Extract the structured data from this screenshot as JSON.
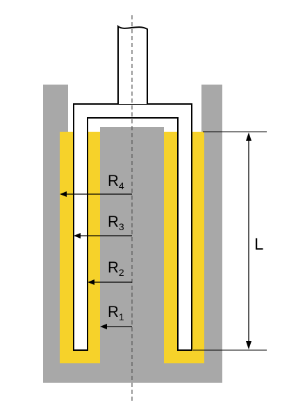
{
  "labels": {
    "r4": {
      "main": "R",
      "sub": "4"
    },
    "r3": {
      "main": "R",
      "sub": "3"
    },
    "r2": {
      "main": "R",
      "sub": "2"
    },
    "r1": {
      "main": "R",
      "sub": "1"
    },
    "length": "L"
  },
  "colors": {
    "cup": "#a8a8a8",
    "fluid": "#f6d22a",
    "bob": "#ffffff",
    "outline": "#000000",
    "axis": "#555555"
  }
}
